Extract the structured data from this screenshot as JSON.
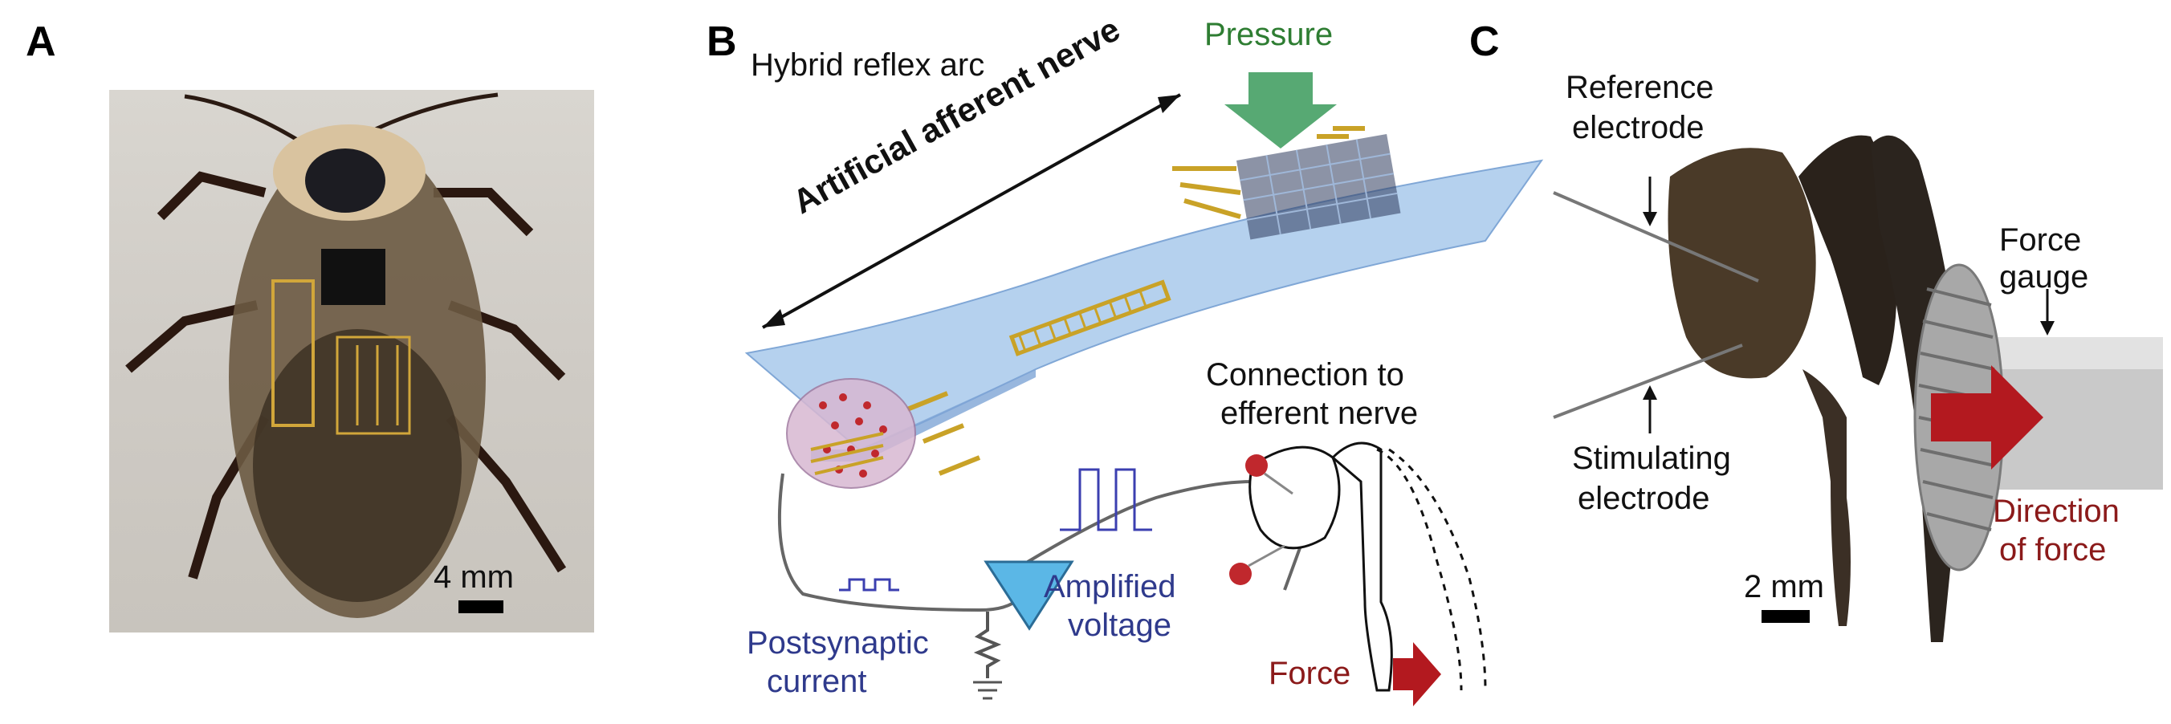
{
  "panels": {
    "a": {
      "letter": "A",
      "scale_bar": "4 mm"
    },
    "b": {
      "letter": "B",
      "title": "Hybrid reflex arc",
      "pressure": "Pressure",
      "afferent": "Artificial afferent nerve",
      "connection_line1": "Connection to",
      "connection_line2": "efferent nerve",
      "amplified_line1": "Amplified",
      "amplified_line2": "voltage",
      "postsynaptic_line1": "Postsynaptic",
      "postsynaptic_line2": "current",
      "force": "Force"
    },
    "c": {
      "letter": "C",
      "reference_line1": "Reference",
      "reference_line2": "electrode",
      "force_gauge_line1": "Force",
      "force_gauge_line2": "gauge",
      "stimulating_line1": "Stimulating",
      "stimulating_line2": "electrode",
      "scale_bar": "2 mm",
      "direction_line1": "Direction",
      "direction_line2": "of force"
    }
  },
  "colors": {
    "device_blue": "#a9c9ec",
    "electrode_gold": "#c9a227",
    "pressure_green": "#3a9a5b",
    "force_red": "#b3191f",
    "signal_blue": "#3b3fb0",
    "amplifier_cyan": "#5bb7e6"
  }
}
